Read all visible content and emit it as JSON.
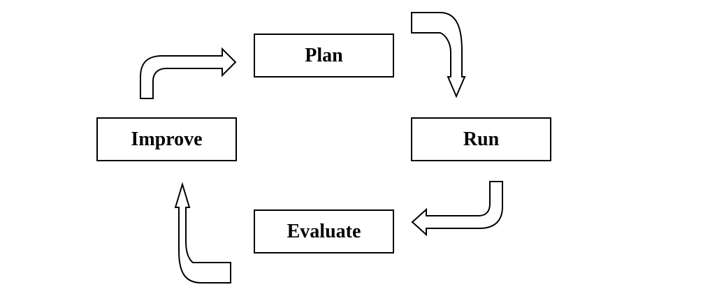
{
  "diagram": {
    "type": "cycle",
    "steps": [
      {
        "id": "plan",
        "label": "Plan"
      },
      {
        "id": "run",
        "label": "Run"
      },
      {
        "id": "evaluate",
        "label": "Evaluate"
      },
      {
        "id": "improve",
        "label": "Improve"
      }
    ],
    "flow": [
      {
        "from": "Plan",
        "to": "Run"
      },
      {
        "from": "Run",
        "to": "Evaluate"
      },
      {
        "from": "Evaluate",
        "to": "Improve"
      },
      {
        "from": "Improve",
        "to": "Plan"
      }
    ],
    "colors": {
      "stroke": "#000000",
      "fill": "#ffffff",
      "text": "#000000"
    }
  }
}
